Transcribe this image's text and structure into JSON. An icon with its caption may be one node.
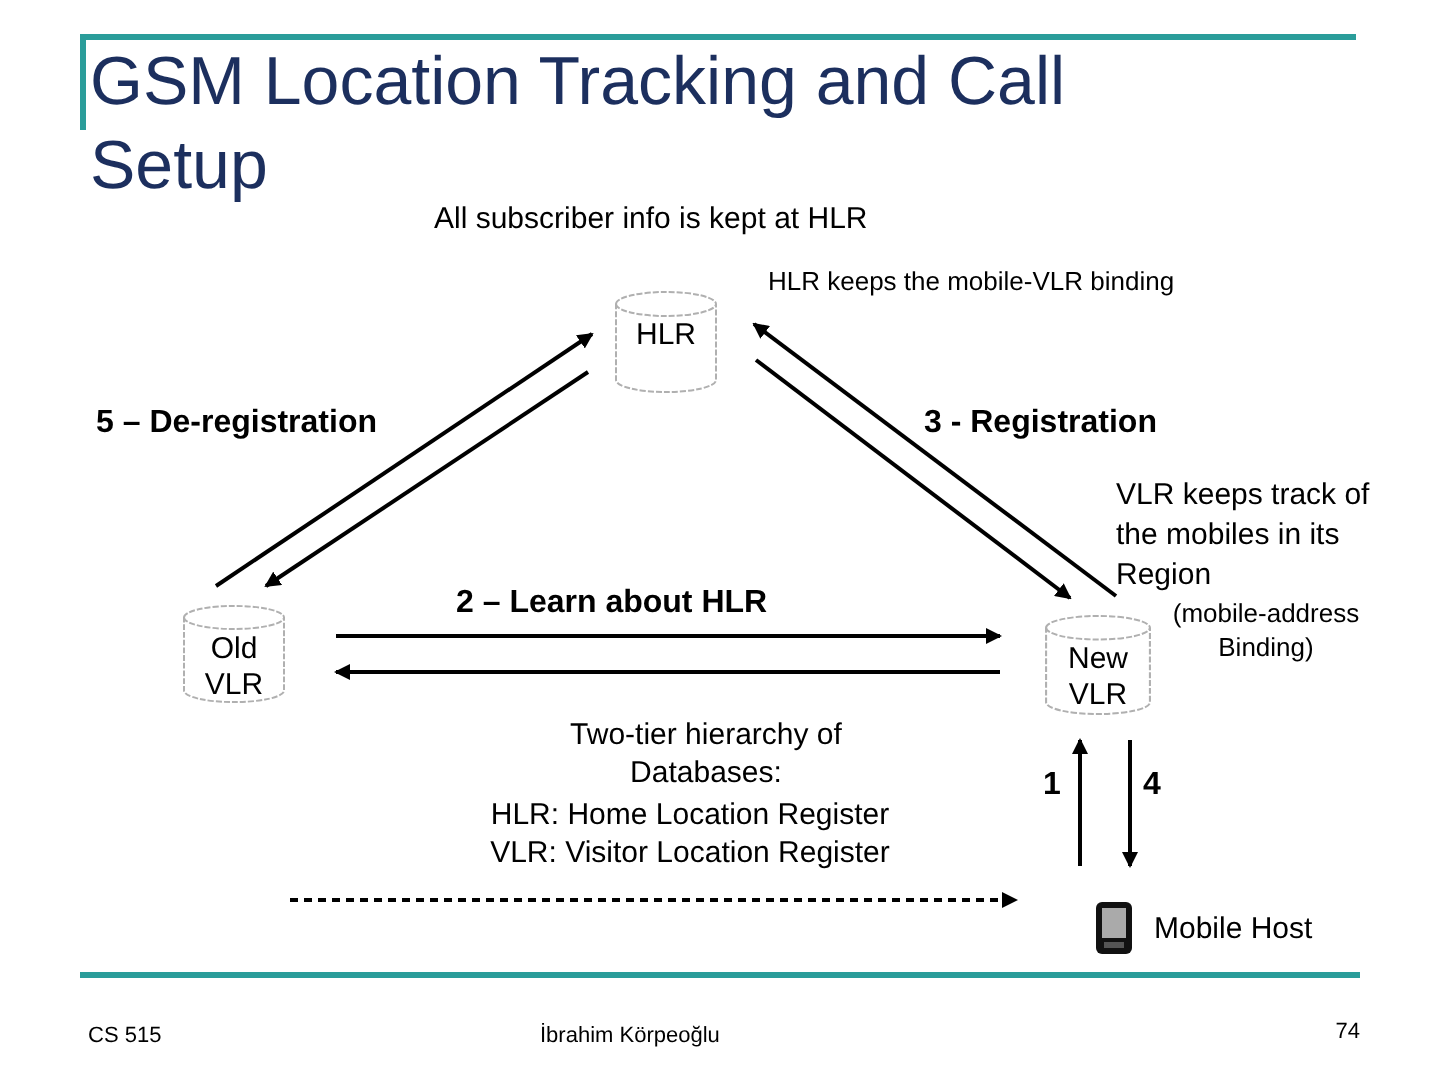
{
  "diagram": {
    "title": "GSM Location Tracking and Call Setup",
    "nodes": [
      {
        "text": [
          "HLR"
        ]
      },
      {
        "text": [
          "Old VLR"
        ]
      },
      {
        "text": [
          "New VLR"
        ]
      },
      {
        "text": [],
        "shape": "picture",
        "beside": [
          "Mobile Host"
        ]
      }
    ],
    "edges": [
      {
        "from": 1,
        "to": 0,
        "arrow": "to"
      },
      {
        "from": 0,
        "to": 1,
        "arrow": "to"
      },
      {
        "from": 0,
        "to": 2,
        "arrow": "to"
      },
      {
        "from": 2,
        "to": 0,
        "arrow": "to",
        "label": "3 - Registration"
      },
      {
        "from": 1,
        "to": 2,
        "arrow": "to",
        "label": "2 – Learn about HLR"
      },
      {
        "from": 2,
        "to": 1,
        "arrow": "to"
      },
      {
        "from": 3,
        "to": 2,
        "arrow": "to",
        "label": "1"
      },
      {
        "from": 2,
        "to": 3,
        "arrow": "to",
        "label": "4"
      },
      {
        "from": null,
        "to": 3,
        "arrow": "to",
        "style": "dashed"
      }
    ],
    "labels": [
      "5 – De-registration",
      "All subscriber info is kept at HLR",
      "HLR keeps the mobile-VLR binding",
      "VLR keeps track of the mobiles in its Region",
      "(mobile-address Binding)",
      "Two-tier hierarchy of Databases:",
      "HLR: Home Location Register",
      "VLR: Visitor Location Register",
      "CS 515",
      "İbrahim Körpeoğlu",
      "74"
    ]
  }
}
